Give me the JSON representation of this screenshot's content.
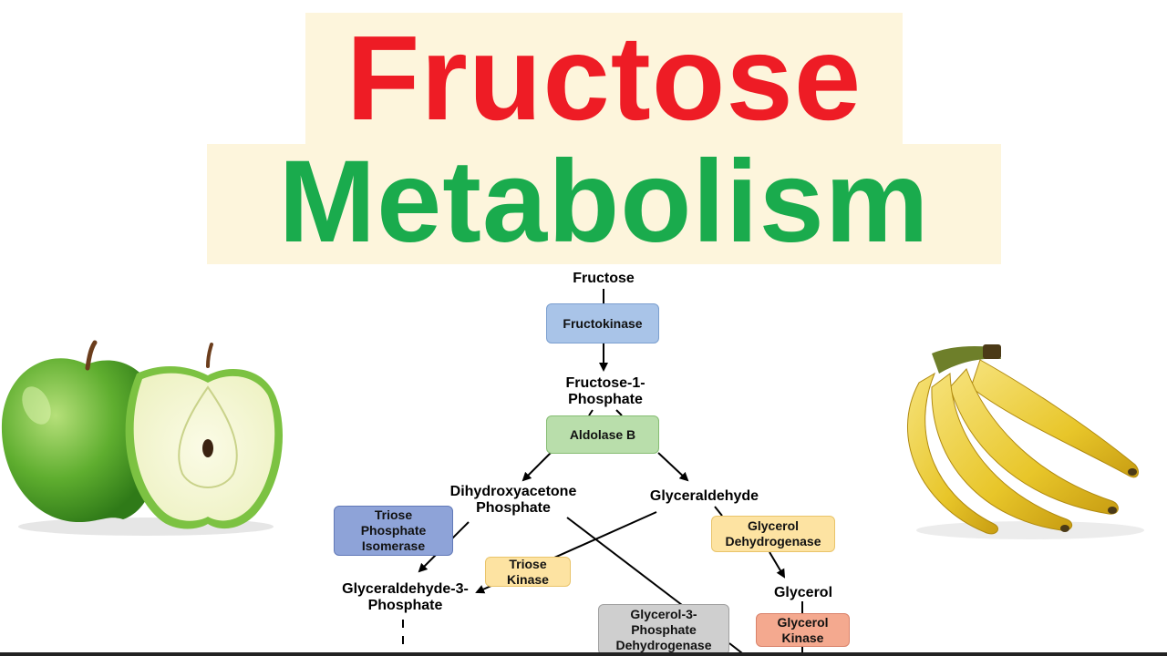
{
  "title": {
    "line1": "Fructose",
    "line2": "Metabolism"
  },
  "colors": {
    "title_red": "#ee1c25",
    "title_green": "#1aab4d",
    "band": "#fdf5dc",
    "enzyme_blue": "#a9c4e8",
    "enzyme_green": "#b9deab",
    "enzyme_purple": "#8ea3d8",
    "enzyme_yellow": "#fde3a2",
    "enzyme_gray": "#cfcfcf",
    "enzyme_salmon": "#f4a98f"
  },
  "metabolites": {
    "fructose": "Fructose",
    "f1p_line1": "Fructose-1-",
    "f1p_line2": "Phosphate",
    "dhap_line1": "Dihydroxyacetone",
    "dhap_line2": "Phosphate",
    "glyceraldehyde": "Glyceraldehyde",
    "g3p_line1": "Glyceraldehyde-3-",
    "g3p_line2": "Phosphate",
    "glycerol": "Glycerol"
  },
  "enzymes": {
    "fructokinase": "Fructokinase",
    "aldolase_b": "Aldolase B",
    "tpi_line1": "Triose",
    "tpi_line2": "Phosphate",
    "tpi_line3": "Isomerase",
    "triose_kinase_line1": "Triose",
    "triose_kinase_line2": "Kinase",
    "glycerol_dh_line1": "Glycerol",
    "glycerol_dh_line2": "Dehydrogenase",
    "g3pdh_line1": "Glycerol-3-",
    "g3pdh_line2": "Phosphate",
    "g3pdh_line3": "Dehydrogenase",
    "glycerol_kinase_line1": "Glycerol",
    "glycerol_kinase_line2": "Kinase"
  },
  "illustrations": {
    "left": "green-apple",
    "right": "banana-bunch"
  }
}
